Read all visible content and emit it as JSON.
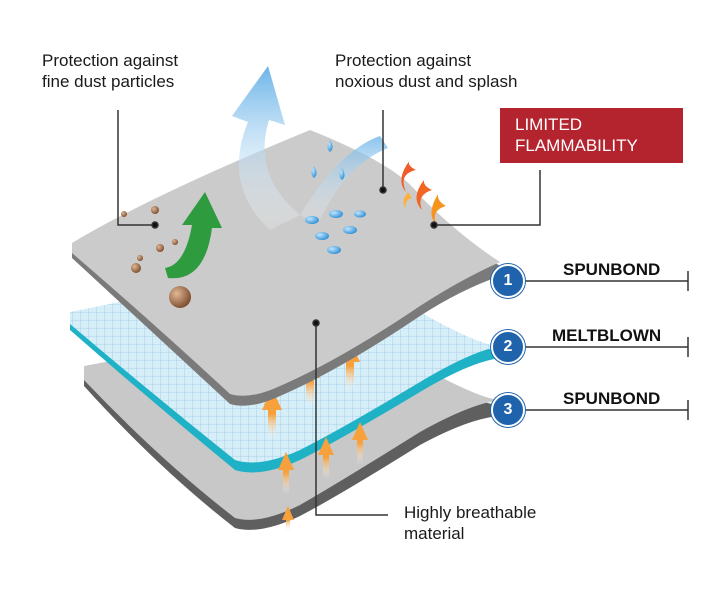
{
  "callouts": {
    "fine_dust": [
      "Protection against",
      "fine dust particles"
    ],
    "noxious": [
      "Protection against",
      "noxious dust and splash"
    ],
    "flammability": [
      "LIMITED",
      "FLAMMABILITY"
    ],
    "breathable": [
      "Highly breathable",
      "material"
    ]
  },
  "layers": [
    {
      "number": "1",
      "label": "SPUNBOND"
    },
    {
      "number": "2",
      "label": "MELTBLOWN"
    },
    {
      "number": "3",
      "label": "SPUNBOND"
    }
  ],
  "icons": [
    "dust-particles-icon",
    "water-drop-icon",
    "flame-icon",
    "air-flow-arrow-icon",
    "heat-arrow-icon"
  ],
  "colors": {
    "spunbond_gray": "#c8c8c8",
    "meltblown_teal": "#1fb2c6",
    "meltblown_grid": "#d6eef8",
    "badge_blue": "#1f63ad",
    "flammability_red": "#b3242f",
    "arrow_orange": "#f7a13c",
    "arrow_green": "#2e9b3f",
    "dust_brown": "#8a5a3c",
    "water_blue": "#3da3e0"
  }
}
